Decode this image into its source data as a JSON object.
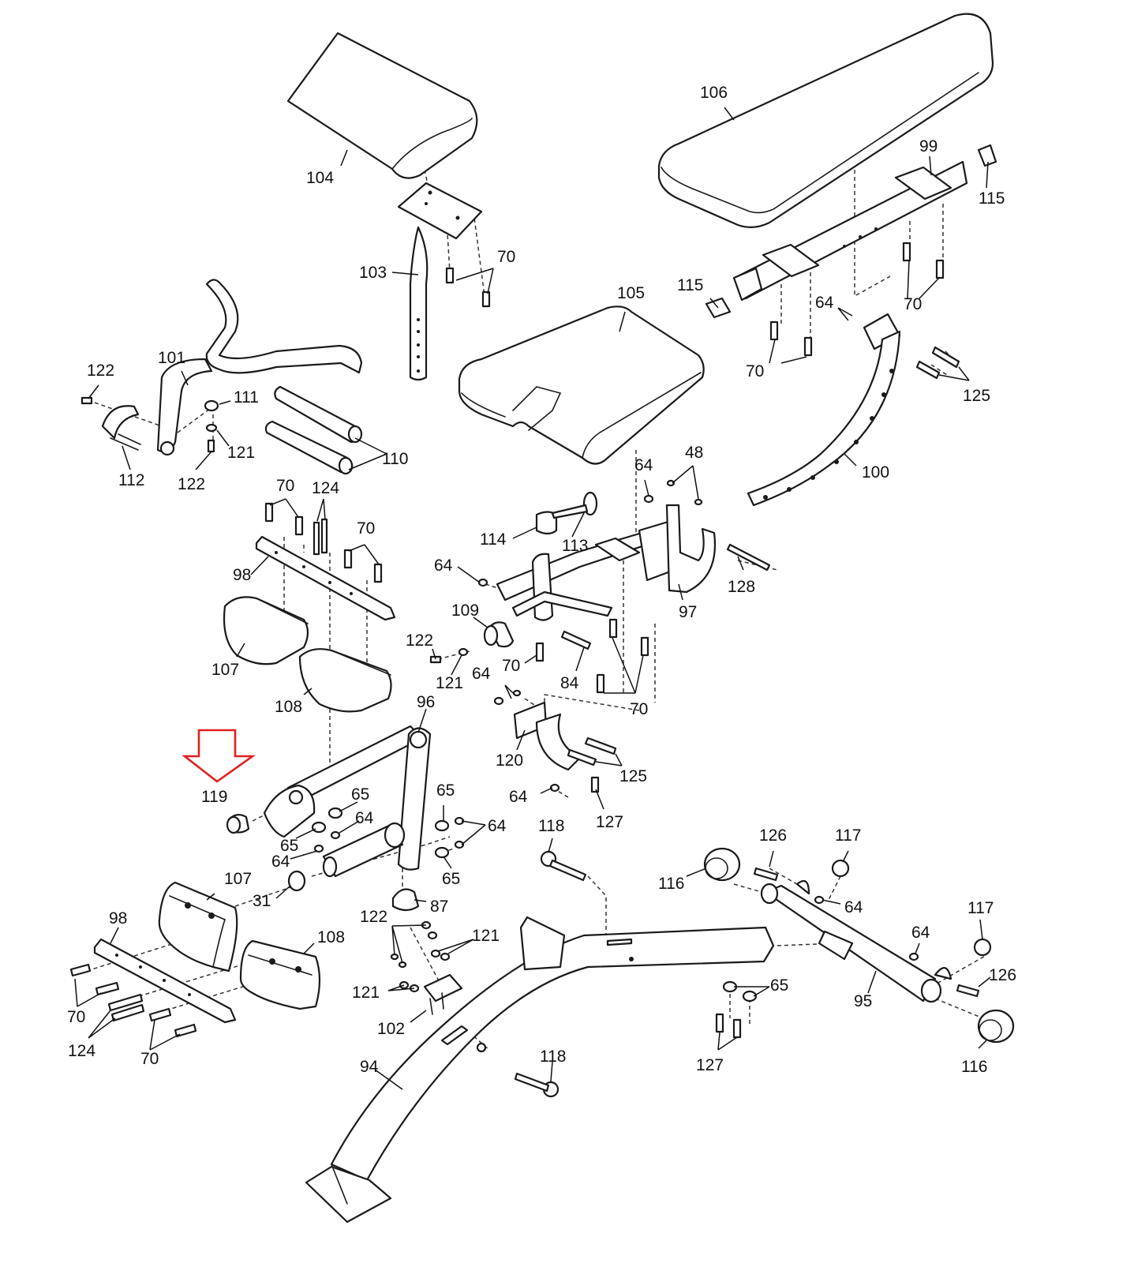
{
  "diagram": {
    "highlight_color": "#e02020",
    "highlight_target": "119",
    "labels": {
      "l104": "104",
      "l103": "103",
      "l70a": "70",
      "l106": "106",
      "l99": "99",
      "l115a": "115",
      "l115b": "115",
      "l70b": "70",
      "l64a": "64",
      "l70c": "70",
      "l125a": "125",
      "l100": "100",
      "l105": "105",
      "l101": "101",
      "l122a": "122",
      "l111": "111",
      "l121a": "121",
      "l122b": "122",
      "l112": "112",
      "l110": "110",
      "l70d": "70",
      "l124a": "124",
      "l70e": "70",
      "l98a": "98",
      "l64b": "64",
      "l48": "48",
      "l114": "114",
      "l113": "113",
      "l64c": "64",
      "l97": "97",
      "l128": "128",
      "l109": "109",
      "l107a": "107",
      "l108a": "108",
      "l122c": "122",
      "l121b": "121",
      "l70f": "70",
      "l84": "84",
      "l64d": "64",
      "l70g": "70",
      "l96": "96",
      "l120": "120",
      "l125b": "125",
      "l119": "119",
      "l65a": "65",
      "l64e": "64",
      "l65b": "65",
      "l65c": "65",
      "l64f": "64",
      "l64g": "64",
      "l127a": "127",
      "l64h": "64",
      "l65d": "65",
      "l31": "31",
      "l87": "87",
      "l118a": "118",
      "l126a": "126",
      "l117a": "117",
      "l116a": "116",
      "l64i": "64",
      "l107b": "107",
      "l98b": "98",
      "l108b": "108",
      "l122d": "122",
      "l121c": "121",
      "l121d": "121",
      "l117b": "117",
      "l64j": "64",
      "l126b": "126",
      "l65e": "65",
      "l95": "95",
      "l102": "102",
      "l70h": "70",
      "l124b": "124",
      "l70i": "70",
      "l94": "94",
      "l127b": "127",
      "l118b": "118",
      "l116b": "116"
    }
  }
}
